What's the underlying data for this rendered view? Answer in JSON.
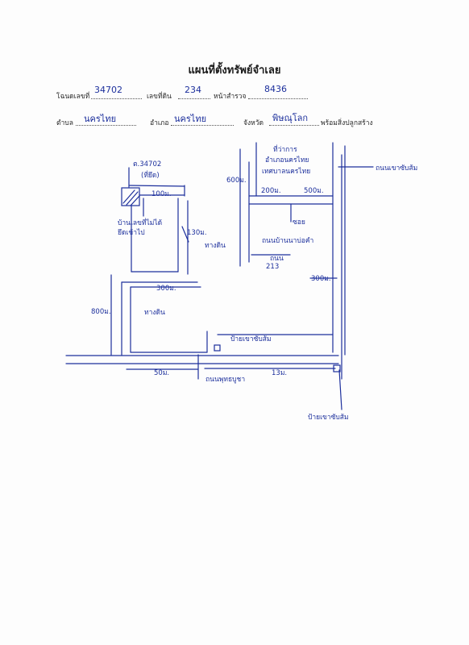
{
  "document": {
    "title": "แผนที่ตั้งทรัพย์จำเลย",
    "fields": {
      "deed_label": "โฉนดเลขที่",
      "deed_value": "34702",
      "land_no_label": "เลขที่ดิน",
      "land_no_value": "234",
      "survey_page_label": "หน้าสำรวจ",
      "survey_page_value": "8436",
      "subdistrict_label": "ตำบล",
      "subdistrict_value": "นครไทย",
      "district_label": "อำเภอ",
      "district_value": "นครไทย",
      "province_label": "จังหวัด",
      "province_value": "พิษณุโลก",
      "building_note": "พร้อมสิ่งปลูกสร้าง"
    }
  },
  "map": {
    "plot_label": "ต.34702",
    "plot_sublabel": "(ที่ยึด)",
    "plot_width": "100ม.",
    "house_label_1": "บ้านเลขที่ไม่ได้",
    "house_label_2": "ยึดเข้าไป",
    "road_length_1": "130ม.",
    "dirt_road_1": "ทางดิน",
    "road_length_2": "300ม.",
    "road_length_3": "800ม.",
    "dirt_road_2": "ทางดิน",
    "distance_1": "50ม.",
    "distance_2": "13ม.",
    "main_road": "ถนนพุทธบูชา",
    "road_sign_1": "ป้ายเขาซับส้ม",
    "road_sign_2": "ป้ายเขาซับส้ม",
    "office_1": "ที่ว่าการ",
    "office_2": "อำเภอนครไทย",
    "office_3": "เทศบาลนครไทย",
    "office_depth": "600ม.",
    "distance_3": "200ม.",
    "distance_4": "500ม.",
    "lane_1": "ซอย",
    "road_name": "ถนนบ้านนาบ่อคำ",
    "lane_2": "ถนน",
    "lane_no": "213",
    "side_road": "ถนนเขาซับส้ม",
    "side_length": "300ม."
  }
}
